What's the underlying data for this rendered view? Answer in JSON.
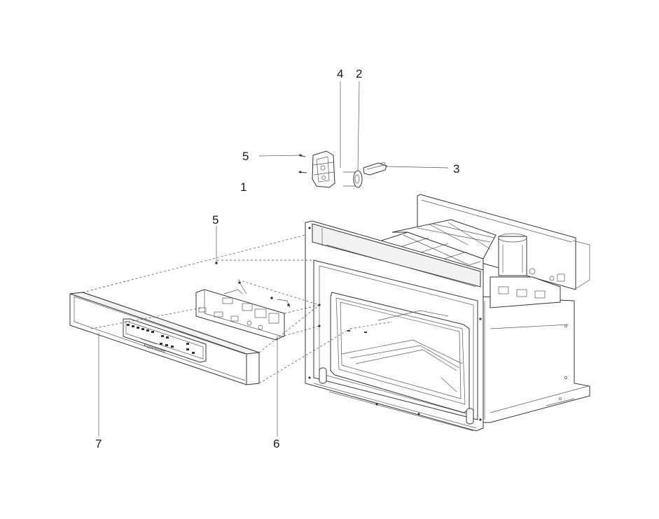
{
  "callouts": {
    "c1": "1",
    "c2": "2",
    "c3": "3",
    "c4": "4",
    "c5a": "5",
    "c5b": "5",
    "c6": "6",
    "c7": "7"
  },
  "panel_text": {
    "brand": "Kuppersbusch"
  }
}
